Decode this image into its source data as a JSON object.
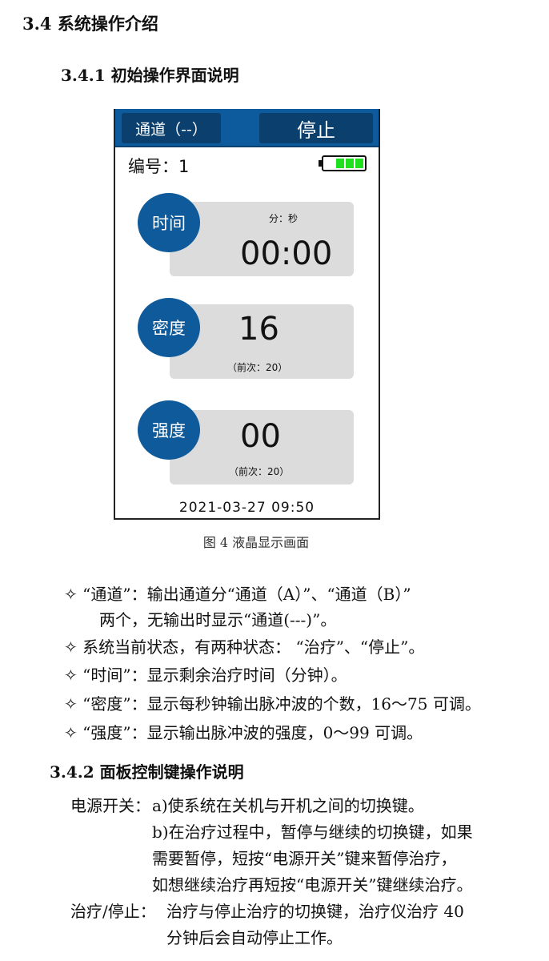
{
  "section_title": "3.4 系统操作介绍",
  "subsection_1_title": "3.4.1 初始操作界面说明",
  "screen": {
    "channel_button": "通道（--）",
    "status_button": "停止",
    "id_label": "编号：1",
    "time": {
      "label": "时间",
      "unit": "分：秒",
      "value": "00:00"
    },
    "density": {
      "label": "密度",
      "value": "16",
      "previous": "（前次：20）"
    },
    "intensity": {
      "label": "强度",
      "value": "00",
      "previous": "（前次：20）"
    },
    "datetime": "2021-03-27  09:50",
    "battery_level": 1.0,
    "colors": {
      "blue": "#0f5a9a",
      "battery": "#1ee01e"
    }
  },
  "figure_caption": "图 4   液晶显示画面",
  "bullets": [
    "✧ “通道”：输出通道分“通道（A）”、“通道（B）”",
    "两个，无输出时显示“通道(---)”。",
    "✧ 系统当前状态，有两种状态：  “治疗”、“停止”。",
    "✧ “时间”：显示剩余治疗时间（分钟）。",
    "✧ “密度”：显示每秒钟输出脉冲波的个数，16～75 可调。",
    "✧ “强度”：显示输出脉冲波的强度，0～99 可调。"
  ],
  "subsection_2_title": "3.4.2 面板控制键操作说明",
  "keys": [
    {
      "label": "电源开关：",
      "lines": [
        "a)使系统在关机与开机之间的切换键。",
        "b)在治疗过程中，暂停与继续的切换键，如果",
        "需要暂停，短按“电源开关”键来暂停治疗，",
        "如想继续治疗再短按“电源开关”键继续治疗。"
      ]
    },
    {
      "label": "治疗/停止：",
      "lines": [
        "治疗与停止治疗的切换键，治疗仪治疗 40",
        "分钟后会自动停止工作。"
      ]
    }
  ]
}
